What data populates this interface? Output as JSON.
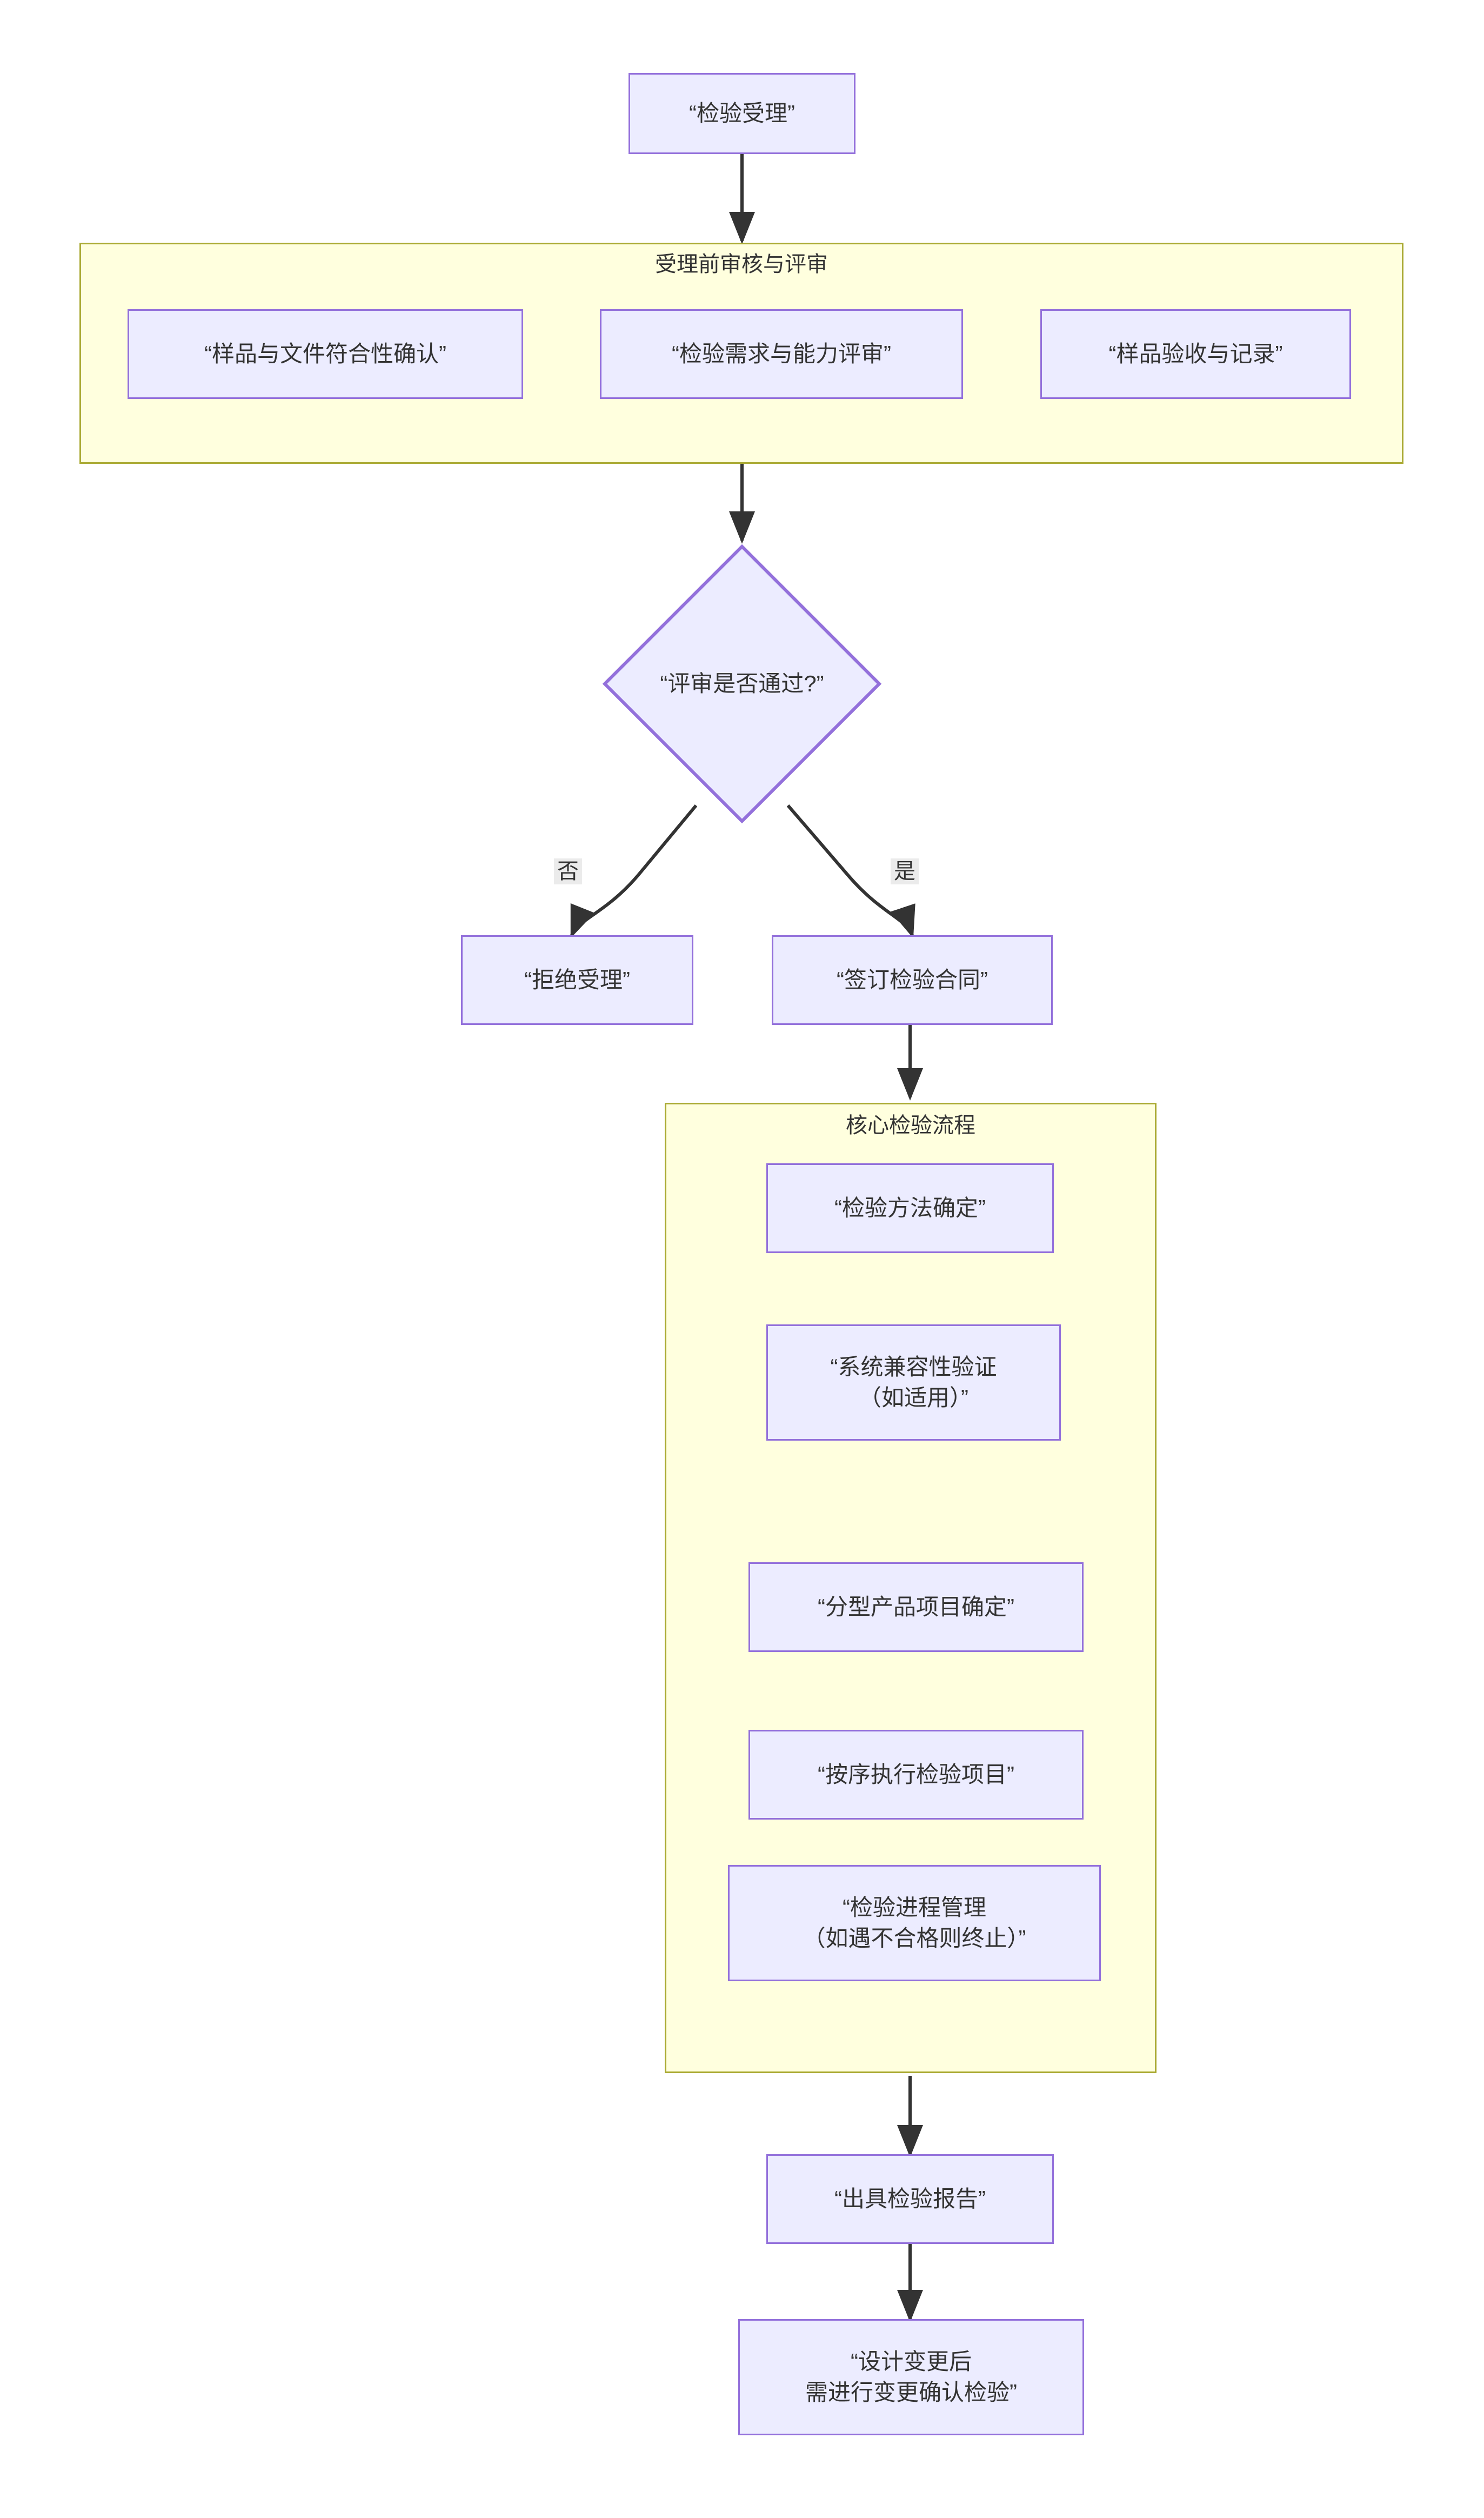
{
  "diagram": {
    "type": "flowchart",
    "direction": "top-down",
    "title": "",
    "theme": {
      "node_fill": "#ececff",
      "node_border": "#9370db",
      "node_text": "#333333",
      "cluster_fill": "#ffffde",
      "cluster_border": "#aaaa33",
      "edge_color": "#333333",
      "edge_label_bg": "#ebebeb",
      "background": "#ffffff"
    }
  },
  "nodes": {
    "start": {
      "id": "A",
      "label": "“检验受理”",
      "shape": "rect"
    },
    "pre_1": {
      "id": "B1",
      "label": "“样品与文件符合性确认”",
      "shape": "rect"
    },
    "pre_2": {
      "id": "B2",
      "label": "“检验需求与能力评审”",
      "shape": "rect"
    },
    "pre_3": {
      "id": "B3",
      "label": "“样品验收与记录”",
      "shape": "rect"
    },
    "decision": {
      "id": "C",
      "label": "“评审是否通过?”",
      "shape": "diamond"
    },
    "reject": {
      "id": "D",
      "label": "“拒绝受理”",
      "shape": "rect"
    },
    "contract": {
      "id": "E",
      "label": "“签订检验合同”",
      "shape": "rect"
    },
    "core_1": {
      "id": "F1",
      "label": "“检验方法确定”",
      "shape": "rect"
    },
    "core_2": {
      "id": "F2",
      "label": "“系统兼容性验证\n（如适用）”",
      "shape": "rect"
    },
    "core_3": {
      "id": "F3",
      "label": "“分型产品项目确定”",
      "shape": "rect"
    },
    "core_4": {
      "id": "F4",
      "label": "“按序执行检验项目”",
      "shape": "rect"
    },
    "core_5": {
      "id": "F5",
      "label": "“检验进程管理\n（如遇不合格则终止）”",
      "shape": "rect"
    },
    "report": {
      "id": "G",
      "label": "“出具检验报告”",
      "shape": "rect"
    },
    "change": {
      "id": "H",
      "label": "“设计变更后\n需进行变更确认检验”",
      "shape": "rect"
    }
  },
  "clusters": {
    "pre_review": {
      "label": "受理前审核与评审"
    },
    "core_process": {
      "label": "核心检验流程"
    }
  },
  "edges": [
    {
      "from": "start",
      "to": "pre_review",
      "label": ""
    },
    {
      "from": "pre_review",
      "to": "decision",
      "label": ""
    },
    {
      "from": "decision",
      "to": "reject",
      "label": "否"
    },
    {
      "from": "decision",
      "to": "contract",
      "label": "是"
    },
    {
      "from": "contract",
      "to": "core_process",
      "label": ""
    },
    {
      "from": "core_process",
      "to": "report",
      "label": ""
    },
    {
      "from": "report",
      "to": "change",
      "label": ""
    }
  ],
  "edge_labels": {
    "no_branch": "否",
    "yes_branch": "是"
  }
}
